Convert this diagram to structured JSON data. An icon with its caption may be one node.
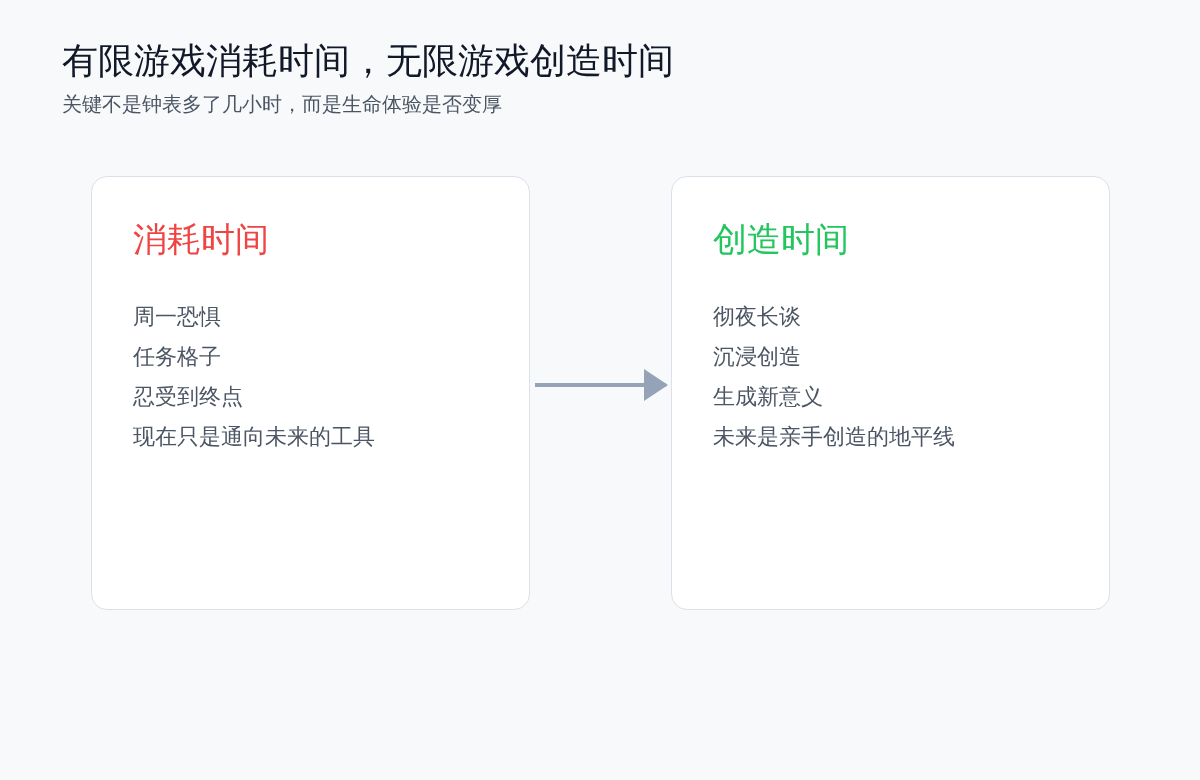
{
  "diagram": {
    "title": "有限游戏消耗时间，无限游戏创造时间",
    "caption": "关键不是钟表多了几小时，而是生命体验是否变厚",
    "nodes": [
      {
        "text": [
          "消耗时间",
          "周一恐惧",
          "任务格子",
          "忍受到终点",
          "现在只是通向未来的工具"
        ]
      },
      {
        "text": [
          "创造时间",
          "彻夜长谈",
          "沉浸创造",
          "生成新意义",
          "未来是亲手创造的地平线"
        ]
      }
    ],
    "edges": [
      {
        "from": 0,
        "to": 1,
        "arrow": "to"
      }
    ]
  }
}
